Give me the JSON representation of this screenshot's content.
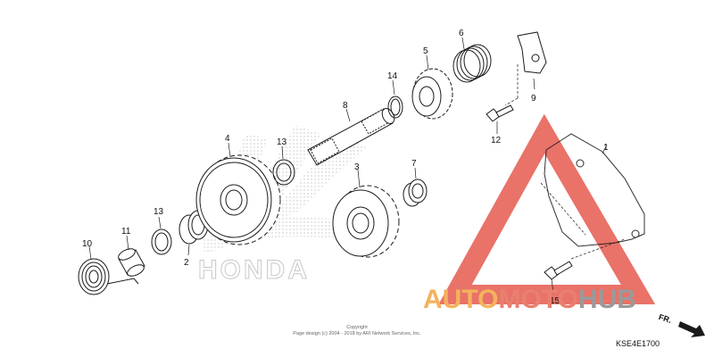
{
  "parts": [
    {
      "id": "p1",
      "label": "1",
      "name": "cover"
    },
    {
      "id": "p2",
      "label": "2",
      "name": "bushing"
    },
    {
      "id": "p3",
      "label": "3",
      "name": "gear"
    },
    {
      "id": "p4",
      "label": "4",
      "name": "gear"
    },
    {
      "id": "p5",
      "label": "5",
      "name": "ratchet"
    },
    {
      "id": "p6",
      "label": "6",
      "name": "spring"
    },
    {
      "id": "p7",
      "label": "7",
      "name": "collar"
    },
    {
      "id": "p8",
      "label": "8",
      "name": "spindle"
    },
    {
      "id": "p9",
      "label": "9",
      "name": "guide-plate"
    },
    {
      "id": "p10",
      "label": "10",
      "name": "return-spring"
    },
    {
      "id": "p11",
      "label": "11",
      "name": "bushing"
    },
    {
      "id": "p12",
      "label": "12",
      "name": "bolt"
    },
    {
      "id": "p13a",
      "label": "13",
      "name": "washer"
    },
    {
      "id": "p13b",
      "label": "13",
      "name": "washer"
    },
    {
      "id": "p14",
      "label": "14",
      "name": "circlip"
    },
    {
      "id": "p15",
      "label": "15",
      "name": "bolt"
    }
  ],
  "watermark": {
    "brand_part1": "AUTO",
    "brand_part2": "MOTO",
    "brand_part3": "HUB",
    "logo_text": "HONDA"
  },
  "footer": {
    "copyright_line1": "Copyright",
    "copyright_line2": "Page design (c) 2004 - 2018 by ARI Network Services, Inc.",
    "diagram_code": "KSE4E1700",
    "direction_label": "FR."
  },
  "colors": {
    "line": "#1a1a1a",
    "watermark_red": "#e65a4f",
    "watermark_orange": "#f4b25c",
    "watermark_gray": "#9a9a9a"
  }
}
